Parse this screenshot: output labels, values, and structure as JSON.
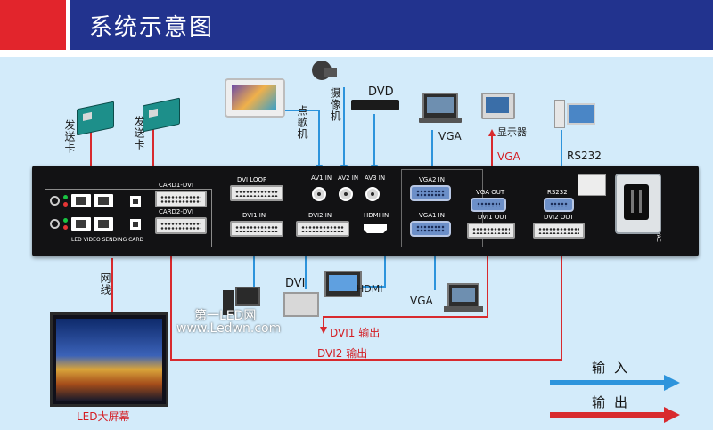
{
  "title": "系统示意图",
  "colors": {
    "input_arrow": "#2d94dc",
    "output_arrow": "#d82a2e",
    "header": "#22338e",
    "header_accent": "#e2252c",
    "stage": "#d3ebfa"
  },
  "device": {
    "card1": "CARD1-DVI",
    "card2": "CARD2-DVI",
    "sending_card": "LED VIDEO SENDING CARD",
    "dvi_loop": "DVI LOOP",
    "dvi1_in": "DVI1 IN",
    "dvi2_in": "DVI2 IN",
    "av1_in": "AV1 IN",
    "av2_in": "AV2 IN",
    "av3_in": "AV3 IN",
    "hdmi_in": "HDMI IN",
    "vga2_in": "VGA2 IN",
    "vga1_in": "VGA1 IN",
    "vga_out": "VGA OUT",
    "dvi1_out": "DVI1 OUT",
    "rs232": "RS232",
    "dvi2_out": "DVI2 OUT",
    "voltage": "100~240VAC"
  },
  "labels": {
    "sender_card_1": "发送卡",
    "sender_card_2": "发送卡",
    "jukebox": "点歌机",
    "camera": "摄像机",
    "dvd": "DVD",
    "vga_top": "VGA",
    "monitor": "显示器",
    "vga_out_red": "VGA",
    "rs232_top": "RS232",
    "network_cable": "网线",
    "dvi_bottom": "DVI",
    "hdmi_bottom": "HDMI",
    "vga_bottom": "VGA",
    "dvi1_output": "DVI1 输出",
    "dvi2_output": "DVI2 输出",
    "led_screen": "LED大屏幕",
    "watermark_1": "第一LED网",
    "watermark_2": "www.Ledwn.com"
  },
  "legend": {
    "input": "输入",
    "output": "输出"
  }
}
